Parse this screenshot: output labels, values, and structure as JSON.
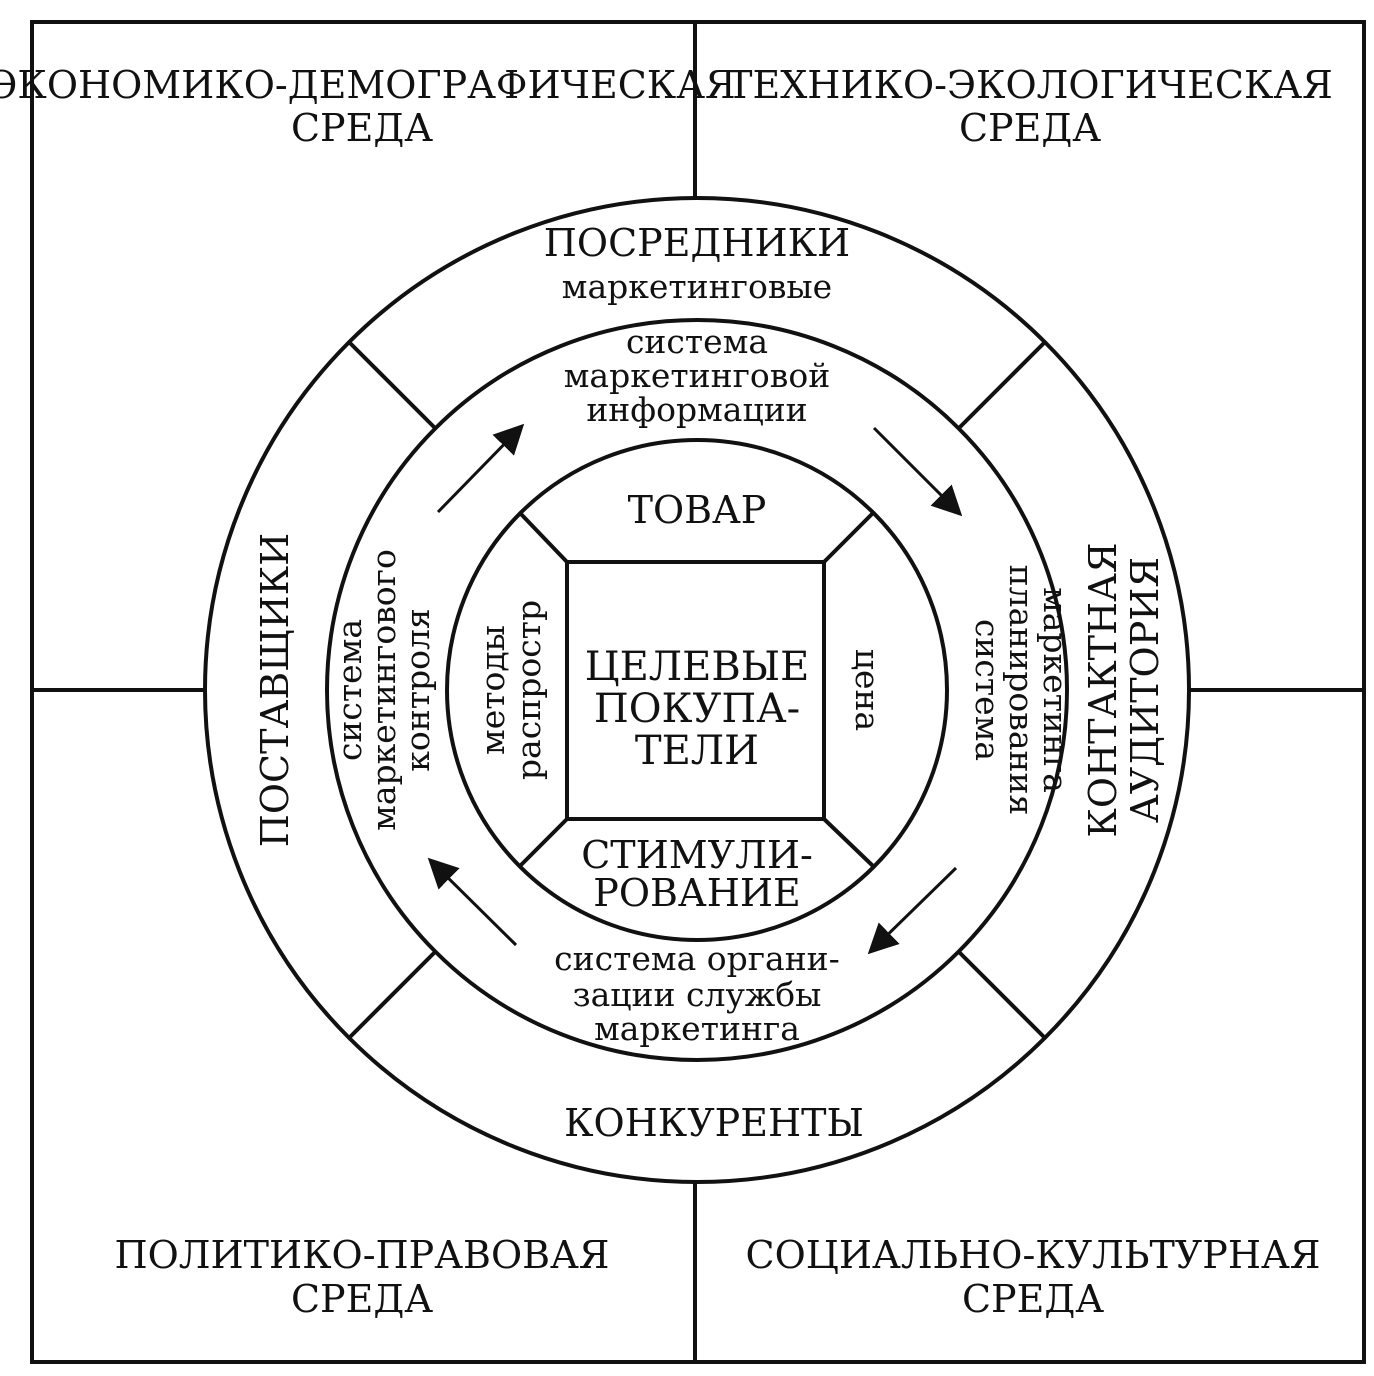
{
  "environments": {
    "top_left": [
      "ЭКОНОМИКО-ДЕМОГРАФИЧЕСКАЯ",
      "СРЕДА"
    ],
    "top_right": [
      "ТЕХНИКО-ЭКОЛОГИЧЕСКАЯ",
      "СРЕДА"
    ],
    "bottom_left": [
      "ПОЛИТИКО-ПРАВОВАЯ",
      "СРЕДА"
    ],
    "bottom_right": [
      "СОЦИАЛЬНО-КУЛЬТУРНАЯ",
      "СРЕДА"
    ]
  },
  "outer_ring": {
    "top": [
      "ПОСРЕДНИКИ",
      "маркетинговые"
    ],
    "left": "ПОСТАВЩИКИ",
    "right": [
      "КОНТАКТНАЯ",
      "АУДИТОРИЯ"
    ],
    "bottom": "КОНКУРЕНТЫ"
  },
  "middle_ring": {
    "top": [
      "система",
      "маркетинговой",
      "информации"
    ],
    "left": [
      "система",
      "маркетингового",
      "контроля"
    ],
    "right": [
      "система",
      "планирования",
      "маркетинга"
    ],
    "bottom": [
      "система органи-",
      "зации службы",
      "маркетинга"
    ]
  },
  "inner_ring": {
    "top": "ТОВАР",
    "left": [
      "методы",
      "распростр"
    ],
    "right": "цена",
    "bottom": [
      "СТИМУЛИ-",
      "РОВАНИЕ"
    ]
  },
  "center": [
    "ЦЕЛЕВЫЕ",
    "ПОКУПА-",
    "ТЕЛИ"
  ]
}
